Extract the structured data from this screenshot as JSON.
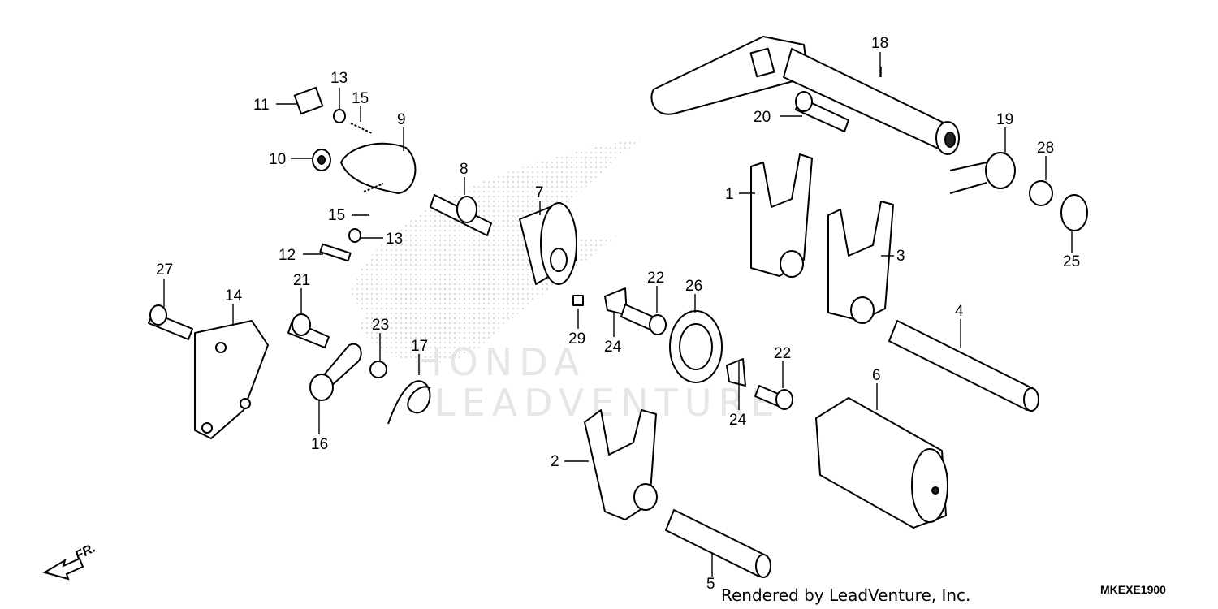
{
  "diagram": {
    "footer_text": "Rendered by LeadVenture, Inc.",
    "diagram_code": "MKEXE1900",
    "direction_label": "FR.",
    "callouts": {
      "c1": "1",
      "c2": "2",
      "c3": "3",
      "c4": "4",
      "c5": "5",
      "c6": "6",
      "c7": "7",
      "c8": "8",
      "c9": "9",
      "c10": "10",
      "c11": "11",
      "c12": "12",
      "c13a": "13",
      "c13b": "13",
      "c14": "14",
      "c15a": "15",
      "c15b": "15",
      "c16": "16",
      "c17": "17",
      "c18": "18",
      "c19": "19",
      "c20": "20",
      "c21": "21",
      "c22a": "22",
      "c22b": "22",
      "c23": "23",
      "c24a": "24",
      "c24b": "24",
      "c25": "25",
      "c26": "26",
      "c27": "27",
      "c28": "28",
      "c29": "29"
    },
    "watermark_text": "LEADVENTURE",
    "brand_watermark": "HONDA",
    "colors": {
      "ink": "#000000",
      "watermark": "#e0e0e0"
    }
  }
}
